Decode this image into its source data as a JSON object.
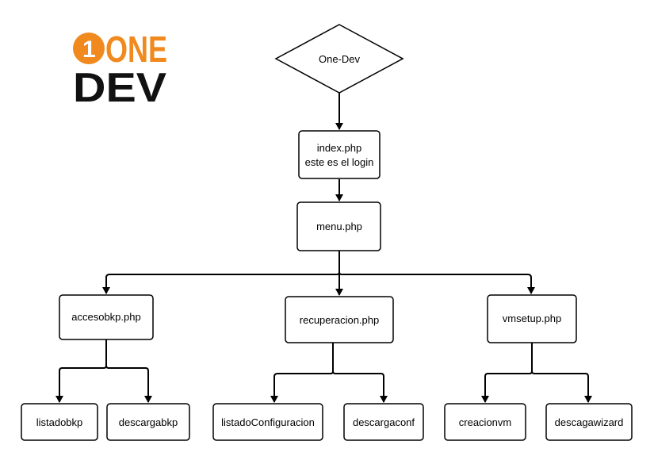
{
  "logo": {
    "mark": "1",
    "line1": "ONE",
    "line2": "DEV",
    "accent_color": "#f08a1f",
    "dark_color": "#111111"
  },
  "nodes": {
    "root": "One-Dev",
    "index": [
      "index.php",
      "este es el login"
    ],
    "menu": "menu.php",
    "accesobkp": "accesobkp.php",
    "recuperacion": "recuperacion.php",
    "vmsetup": "vmsetup.php",
    "listadobkp": "listadobkp",
    "descargabkp": "descargabkp",
    "listadoConfiguracion": "listadoConfiguracion",
    "descargaconf": "descargaconf",
    "creacionvm": "creacionvm",
    "descagawizard": "descagawizard"
  }
}
